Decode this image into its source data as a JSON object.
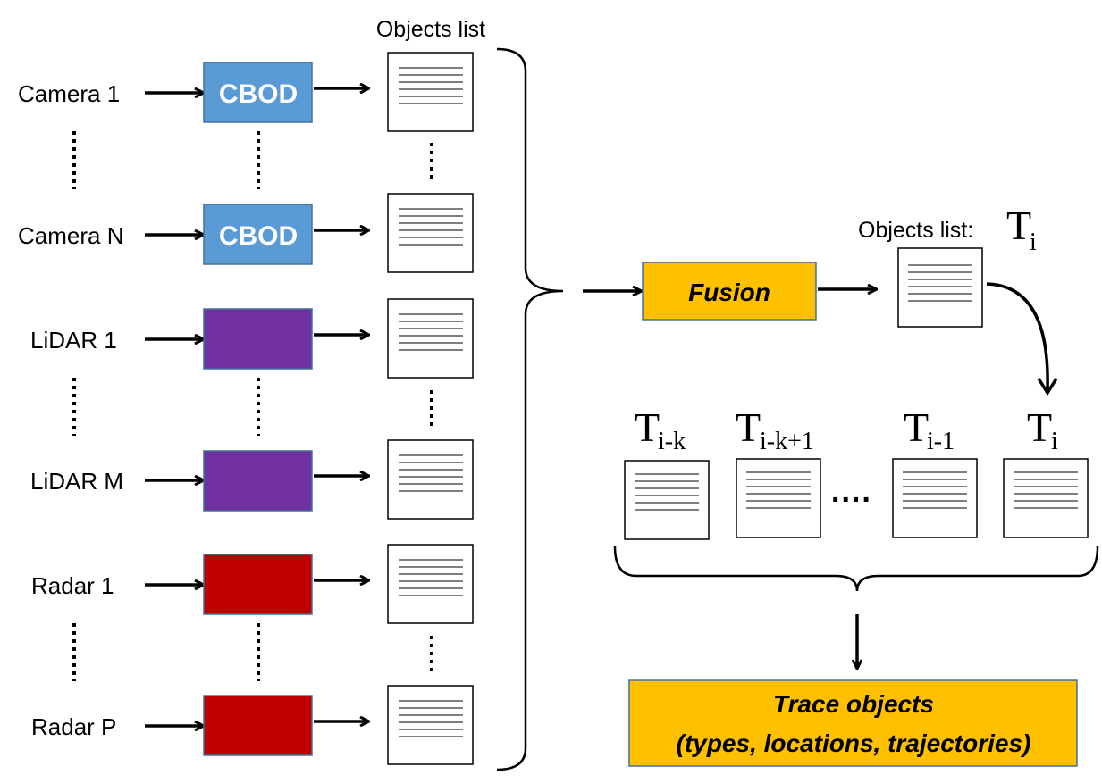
{
  "header": {
    "objects_list_label": "Objects list",
    "objects_list_ti_label": "Objects list:"
  },
  "sources": [
    {
      "label": "Camera 1",
      "box_label": "CBOD",
      "box_color": "#5b9bd5"
    },
    {
      "label": "Camera N",
      "box_label": "CBOD",
      "box_color": "#5b9bd5"
    },
    {
      "label": "LiDAR 1",
      "box_label": "",
      "box_color": "#7030a0"
    },
    {
      "label": "LiDAR M",
      "box_label": "",
      "box_color": "#7030a0"
    },
    {
      "label": "Radar 1",
      "box_label": "",
      "box_color": "#c00000"
    },
    {
      "label": "Radar P",
      "box_label": "",
      "box_color": "#c00000"
    }
  ],
  "fusion": {
    "label": "Fusion",
    "color": "#ffc000"
  },
  "ti_output": {
    "T": "T",
    "sub": "i"
  },
  "history": [
    {
      "T": "T",
      "sub": "i-k"
    },
    {
      "T": "T",
      "sub": "i-k+1"
    },
    {
      "T": "T",
      "sub": "i-1"
    },
    {
      "T": "T",
      "sub": "i"
    }
  ],
  "history_ellipsis": "....",
  "trace": {
    "line1": "Trace objects",
    "line2": "(types, locations, trajectories)",
    "color": "#ffc000"
  }
}
